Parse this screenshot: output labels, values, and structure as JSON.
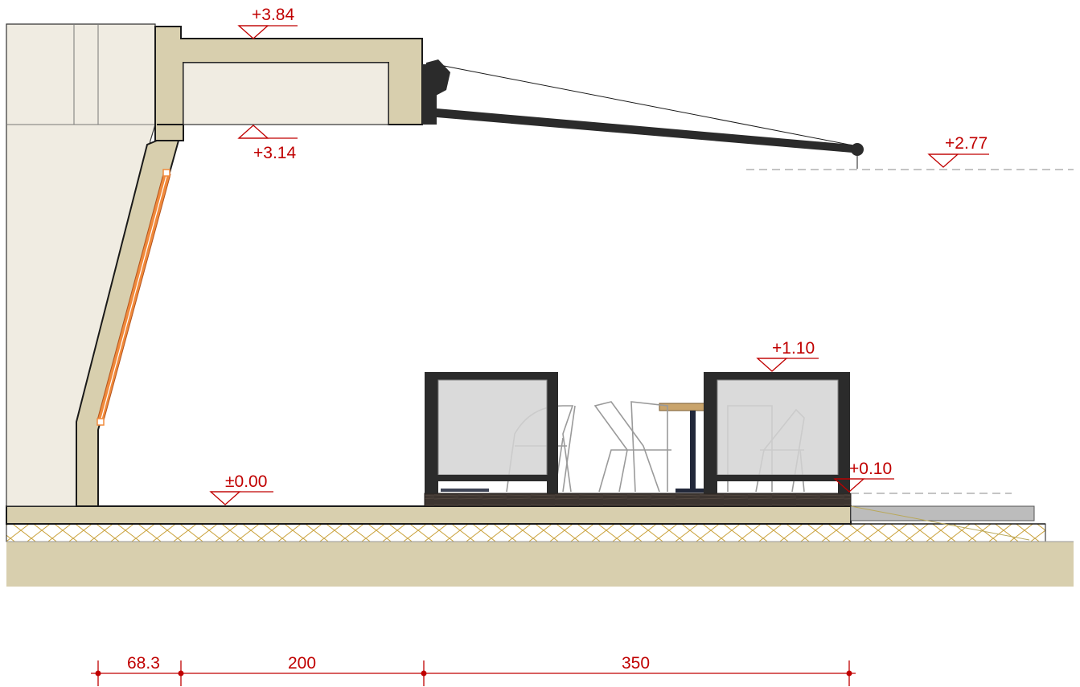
{
  "levels": {
    "l384": "+3.84",
    "l314": "+3.14",
    "l277": "+2.77",
    "l110": "+1.10",
    "l010": "+0.10",
    "l000": "±0.00"
  },
  "dimensions": {
    "d1": "68.3",
    "d2": "200",
    "d3": "350"
  },
  "colors": {
    "annotation": "#c00000",
    "structure": "#d8cfae",
    "interior": "#f0ece2",
    "metal": "#2b2b2b",
    "glass_frame": "#f08a3c",
    "deck": "#3d3530",
    "ground_hatch": "#c9a13a"
  }
}
